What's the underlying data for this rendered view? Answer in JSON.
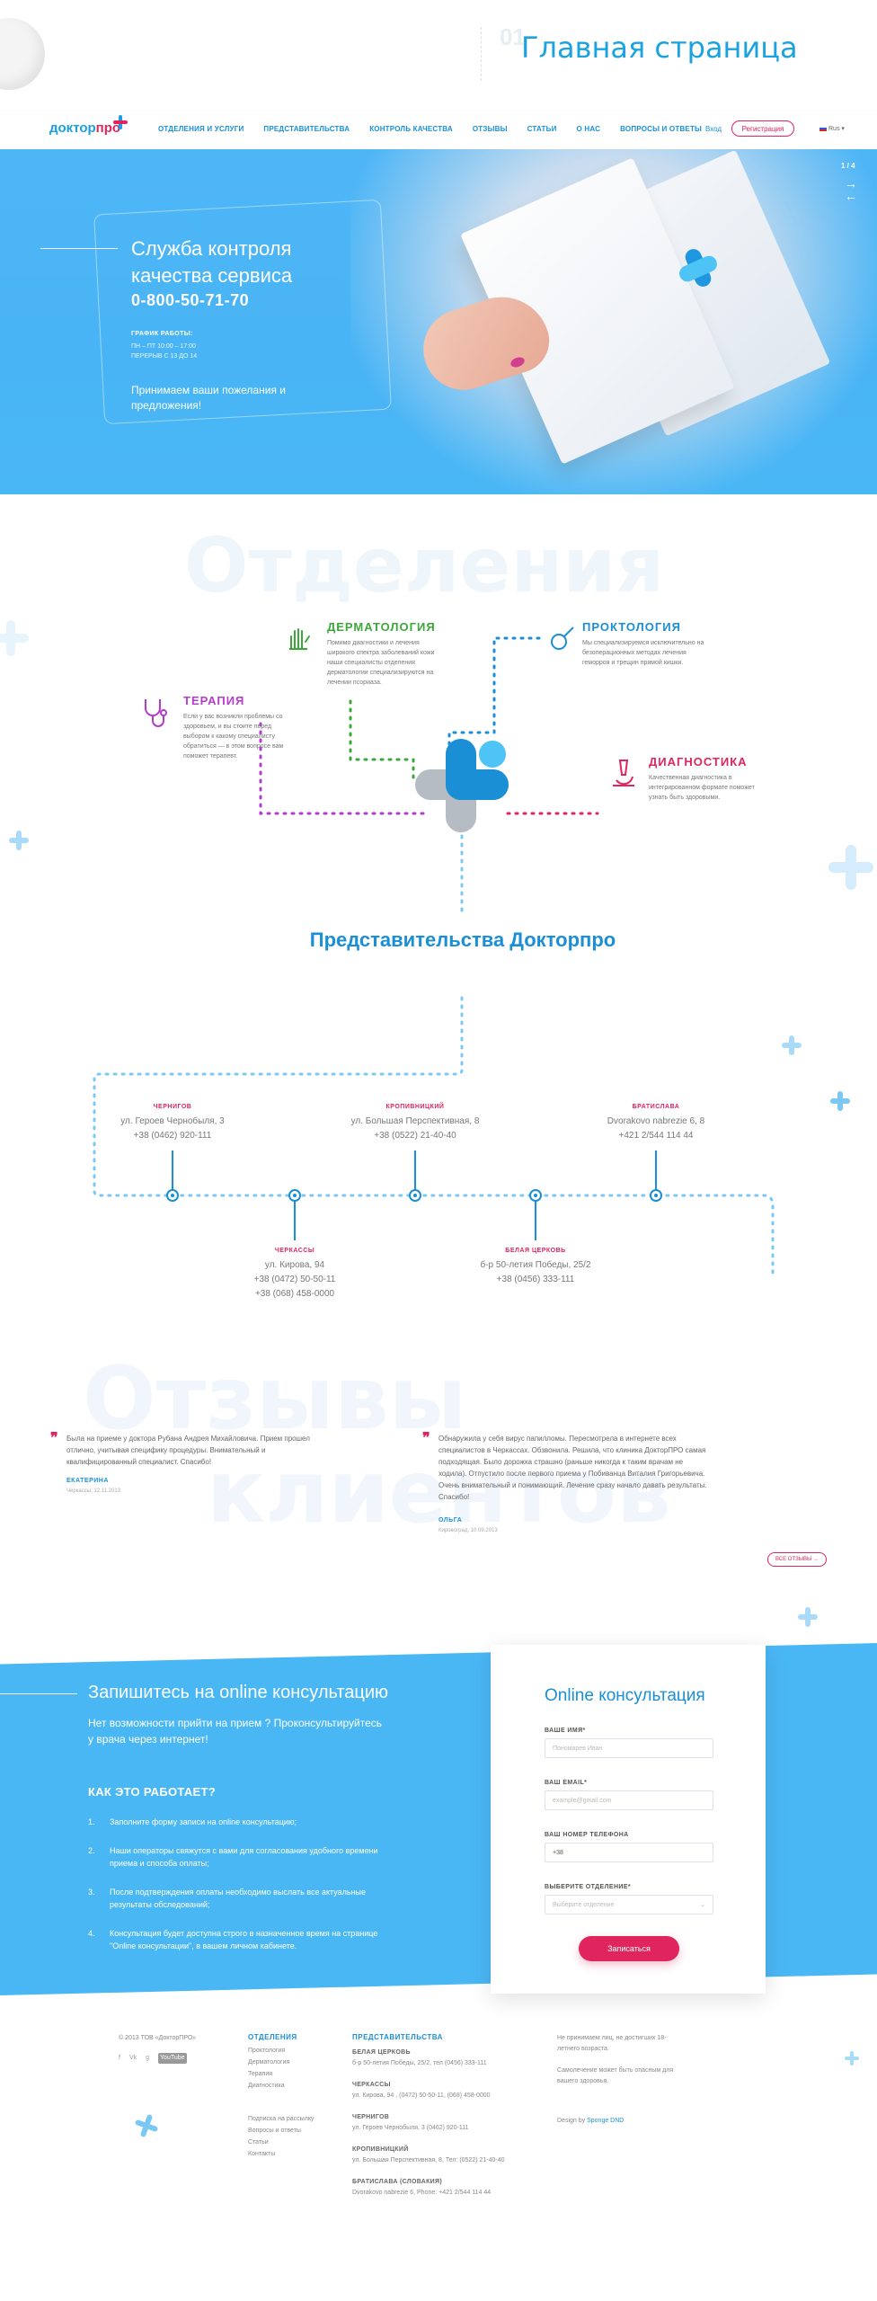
{
  "top": {
    "ghost_number": "01",
    "title": "Главная страница"
  },
  "header": {
    "logo_main": "доктор",
    "logo_accent": "про",
    "nav": [
      "ОТДЕЛЕНИЯ И УСЛУГИ",
      "ПРЕДСТАВИТЕЛЬСТВА",
      "КОНТРОЛЬ КАЧЕСТВА",
      "ОТЗЫВЫ",
      "СТАТЬИ",
      "О НАС",
      "ВОПРОСЫ И ОТВЕТЫ"
    ],
    "login": "Вход",
    "register": "Регистрация",
    "lang": "Rus"
  },
  "hero": {
    "title": "Служба контроля качества сервиса",
    "phone": "0-800-50-71-70",
    "schedule_heading": "ГРАФИК РАБОТЫ:",
    "schedule_lines": [
      "ПН – ПТ 10:00 – 17:00",
      "ПЕРЕРЫВ С 13 ДО 14"
    ],
    "subtitle": "Принимаем ваши пожелания и предложения!",
    "slide_counter": "1 / 4",
    "arrow_next": "→",
    "arrow_prev": "←"
  },
  "departments": {
    "ghost_heading": "Отделения",
    "items": [
      {
        "title": "ДЕРМАТОЛОГИЯ",
        "text": "Помимо диагностики и лечения широкого спектра заболеваний кожи наши специалисты отделения дерматологии специализируются на лечении псориаза.",
        "color": "#3aa83a"
      },
      {
        "title": "ПРОКТОЛОГИЯ",
        "text": "Мы специализируемся исключительно на безоперационных методах лечения геморроя и трещин прямой кишки.",
        "color": "#1a8fd6"
      },
      {
        "title": "ТЕРАПИЯ",
        "text": "Если у вас возникли проблемы со здоровьем, и вы стоите перед выбором к какому специалисту обратиться — в этом вопросе вам поможет терапевт.",
        "color": "#b43ccc"
      },
      {
        "title": "ДИАГНОСТИКА",
        "text": "Качественная диагностика в интегрированном формате поможет узнать быть здоровыми.",
        "color": "#e0245e"
      }
    ]
  },
  "representations": {
    "title": "Представительства Докторпро",
    "top_cities": [
      {
        "city": "ЧЕРНИГОВ",
        "address": "ул. Героев Чернобыля, 3",
        "phone": "+38 (0462) 920-111"
      },
      {
        "city": "КРОПИВНИЦКИЙ",
        "address": "ул. Большая Перспективная, 8",
        "phone": "+38 (0522) 21-40-40"
      },
      {
        "city": "БРАТИСЛАВА",
        "address": "Dvorakovo nabrezie 6, 8",
        "phone": "+421 2/544 114 44"
      }
    ],
    "bottom_cities": [
      {
        "city": "ЧЕРКАССЫ",
        "address": "ул. Кирова, 94",
        "phone": "+38 (0472) 50-50-11",
        "phone2": "+38 (068) 458-0000"
      },
      {
        "city": "БЕЛАЯ ЦЕРКОВЬ",
        "address": "б-р 50-летия Победы, 25/2",
        "phone": "+38 (0456) 333-111"
      }
    ]
  },
  "reviews": {
    "ghost_heading_1": "Отзывы",
    "ghost_heading_2": "клиентов",
    "items": [
      {
        "text": "Была на приеме у доктора Рубана Андрея Михайловича. Прием прошел отлично, учитывая специфику процедуры. Внимательный и квалифицированный специалист. Спасибо!",
        "name": "ЕКАТЕРИНА",
        "meta": "Черкассы, 12.11.2013"
      },
      {
        "text": "Обнаружила у себя вирус папилломы. Пересмотрела в интернете всех специалистов в Черкассах. Обзвонила. Решила, что клиника ДокторПРО самая подходящая. Было дорожка страшно (раньше никогда к таким врачам не ходила). Отпустило после первого приема у Побиванца Виталия Григорьевича. Очень внимательный и понимающий. Лечение сразу начало давать результаты. Спасибо!",
        "name": "ОЛЬГА",
        "meta": "Кировоград, 10.09.2013"
      }
    ],
    "all_button": "ВСЕ ОТЗЫВЫ →"
  },
  "consult": {
    "title": "Запишитесь на online консультацию",
    "subtitle": "Нет возможности прийти на прием ? Проконсультируйтесь у врача через интернет!",
    "how_heading": "КАК ЭТО РАБОТАЕТ?",
    "steps": [
      {
        "n": "1.",
        "text": "Заполните форму записи на online консультацию;"
      },
      {
        "n": "2.",
        "text": "Наши операторы свяжутся с вами для согласования удобного времени приема и способа оплаты;"
      },
      {
        "n": "3.",
        "text": "После подтверждения оплаты необходимо выслать все актуальные результаты обследований;"
      },
      {
        "n": "4.",
        "text": "Консультация будет доступна строго в назначенное время на странице \"Online консультации\", в вашем личном кабинете."
      }
    ],
    "form": {
      "title": "Online консультация",
      "name_label": "ВАШЕ ИМЯ*",
      "name_placeholder": "Пономарев Иван",
      "email_label": "ВАШ EMAIL*",
      "email_placeholder": "example@gmail.com",
      "phone_label": "ВАШ НОМЕР ТЕЛЕФОНА",
      "phone_value": "+38",
      "dept_label": "ВЫБЕРИТЕ ОТДЕЛЕНИЕ*",
      "dept_placeholder": "Выберите отделение",
      "submit": "Записаться"
    }
  },
  "footer": {
    "copyright": "© 2013 ТОВ «ДокторПРО»",
    "social": [
      "f",
      "Vk",
      "g",
      "YouTube"
    ],
    "dept_heading": "ОТДЕЛЕНИЯ",
    "dept_links": [
      "Проктология",
      "Дерматология",
      "Терапия",
      "Диагностика"
    ],
    "extra_links": [
      "Подписка на рассылку",
      "Вопросы и ответы",
      "Статьи",
      "Контакты"
    ],
    "rep_heading": "ПРЕДСТАВИТЕЛЬСТВА",
    "reps": [
      {
        "city": "БЕЛАЯ ЦЕРКОВЬ",
        "line": "б-р 50-летия Победы, 25/2, тел (0456) 333-111"
      },
      {
        "city": "ЧЕРКАССЫ",
        "line": "ул. Кирова, 94 , (0472) 50-50-11, (068) 458-0000"
      },
      {
        "city": "ЧЕРНИГОВ",
        "line": "ул. Героев Чернобыля, 3 (0462) 920-111"
      },
      {
        "city": "КРОПИВНИЦКИЙ",
        "line": "ул. Большая Перспективная, 8, Тел: (0522) 21-40-40"
      },
      {
        "city": "БРАТИСЛАВА (СЛОВАКИЯ)",
        "line": "Dvorakovo nabrezie 6, Phone: +421 2/544 114 44"
      }
    ],
    "note1": "Не принимаем лиц, не достигших 18-летнего возраста.",
    "note2": "Самолечение может быть опасным для вашего здоровья.",
    "design_prefix": "Design by",
    "design_name": "Sponge DND"
  }
}
